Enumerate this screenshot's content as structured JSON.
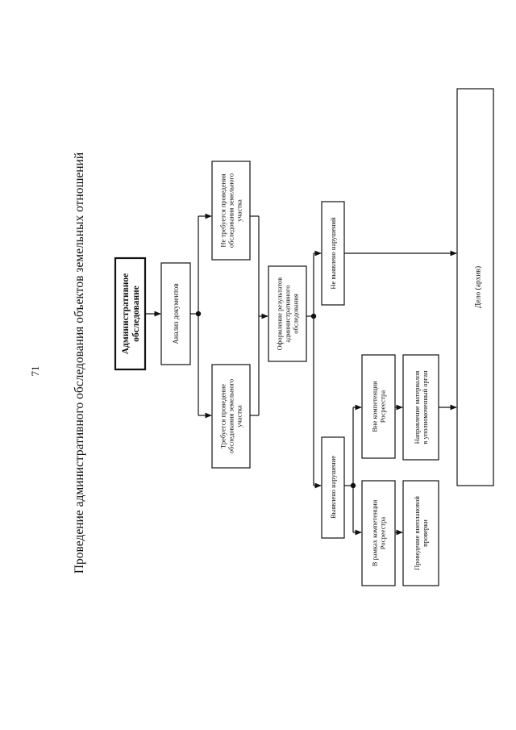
{
  "page": {
    "number": "71",
    "title": "Проведение административного обследования объектов земельных отношений"
  },
  "nodes": {
    "admin": [
      "Административное",
      "обследование"
    ],
    "analysis": [
      "Анализ документов"
    ],
    "no_survey_needed": [
      "Не требуется проведения",
      "обследования земельного",
      "участка"
    ],
    "survey_needed": [
      "Требуется проведение",
      "обследования земельного",
      "участка"
    ],
    "formalize": [
      "Оформление результатов",
      "административного",
      "обследования"
    ],
    "no_violation": [
      "Не выявлено нарушений"
    ],
    "violation": [
      "Выявлено нарушение"
    ],
    "outside_rosreestr": [
      "Вне компетенции",
      "Росреестра"
    ],
    "send_materials": [
      "Направление материалов",
      "в уполномоченный орган"
    ],
    "within_rosreestr": [
      "В рамках компетенции",
      "Росреестра"
    ],
    "unscheduled_check": [
      "Проведение внеплановой",
      "проверки"
    ],
    "archive": [
      "Дело (архив)"
    ]
  }
}
